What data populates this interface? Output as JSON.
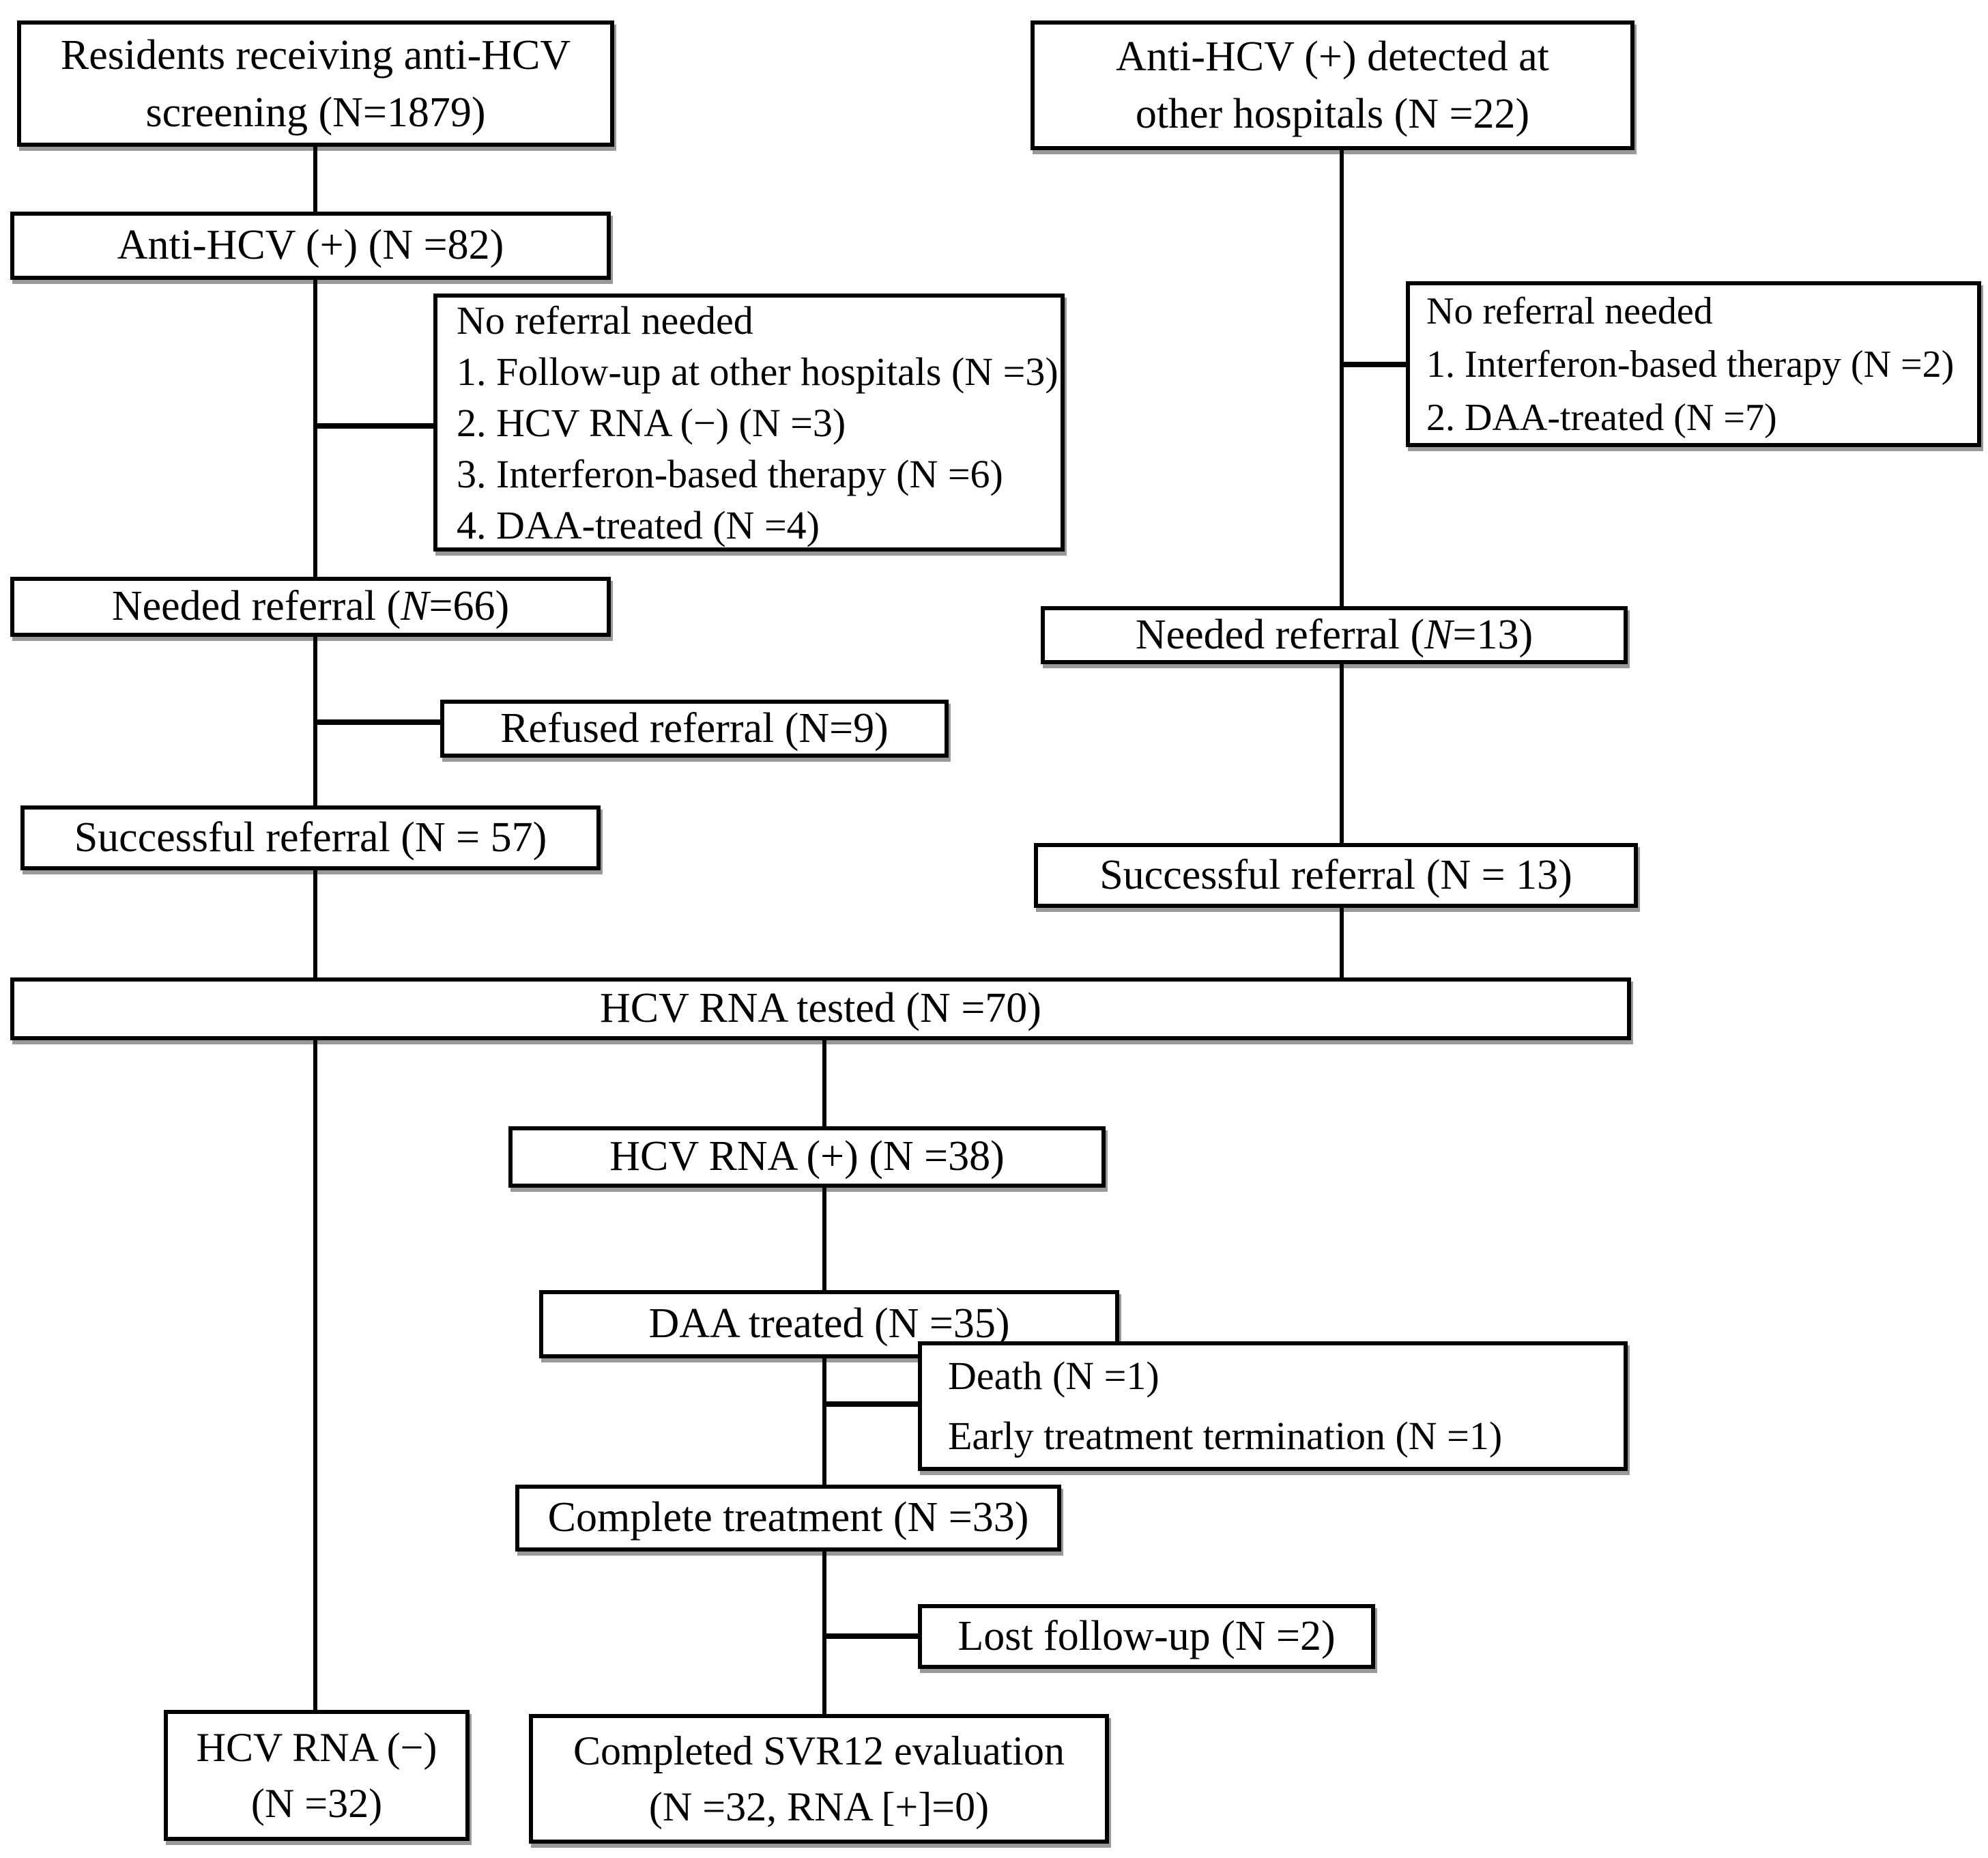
{
  "figure": {
    "type": "flowchart",
    "colors": {
      "background": "#ffffff",
      "box_fill": "#ffffff",
      "box_border": "#000000",
      "line": "#000000",
      "text": "#000000"
    },
    "nodes": {
      "residents_screening": {
        "lines": [
          "Residents receiving anti-HCV",
          "screening (N=1879)"
        ]
      },
      "anti_hcv_positive": {
        "label": "Anti-HCV (+) (N =82)"
      },
      "no_referral_left": {
        "lines": [
          "No referral needed",
          "1. Follow-up at other hospitals (N =3)",
          "2. HCV RNA (−) (N =3)",
          "3. Interferon-based therapy (N =6)",
          "4. DAA-treated (N =4)"
        ]
      },
      "needed_referral_left": {
        "prefix": "Needed referral (",
        "n": "N",
        "suffix": "=66)"
      },
      "refused_referral": {
        "label": "Refused referral (N=9)"
      },
      "successful_referral_left": {
        "label": "Successful referral (N = 57)"
      },
      "anti_hcv_other_hospitals": {
        "lines": [
          "Anti-HCV (+) detected at",
          "other hospitals (N =22)"
        ]
      },
      "no_referral_right": {
        "lines": [
          "No referral needed",
          "1. Interferon-based therapy (N =2)",
          "2. DAA-treated (N =7)"
        ]
      },
      "needed_referral_right": {
        "prefix": "Needed referral (",
        "n": "N",
        "suffix": "=13)"
      },
      "successful_referral_right": {
        "label": "Successful referral (N = 13)"
      },
      "hcv_rna_tested": {
        "label": "HCV RNA tested (N =70)"
      },
      "hcv_rna_positive": {
        "label": "HCV RNA (+) (N =38)"
      },
      "daa_treated": {
        "label": "DAA treated (N =35)"
      },
      "death_early_termination": {
        "lines": [
          "Death (N =1)",
          "Early treatment termination (N =1)"
        ]
      },
      "complete_treatment": {
        "label": "Complete treatment (N =33)"
      },
      "lost_followup": {
        "label": "Lost follow-up (N =2)"
      },
      "completed_svr12": {
        "lines": [
          "Completed SVR12 evaluation",
          "(N =32, RNA [+]=0)"
        ]
      },
      "hcv_rna_negative": {
        "lines": [
          "HCV RNA (−)",
          "(N =32)"
        ]
      }
    }
  }
}
